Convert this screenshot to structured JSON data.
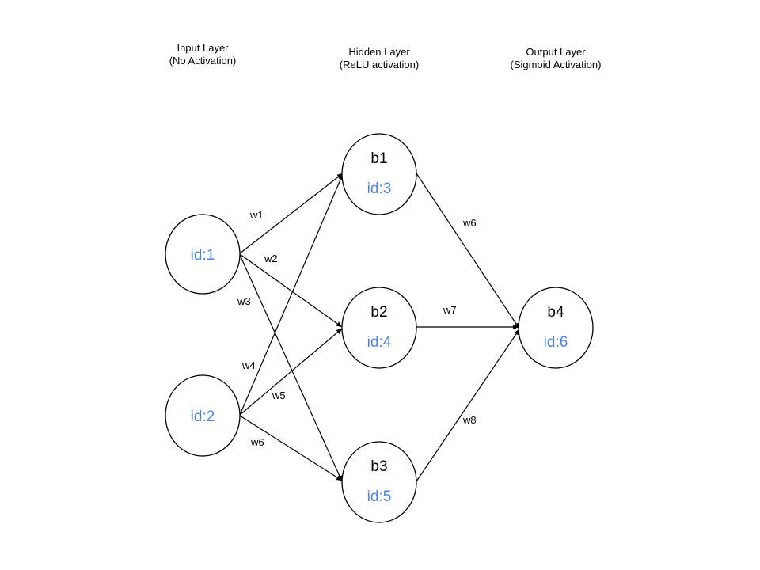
{
  "layers": [
    {
      "title": "Input Layer",
      "subtitle": "(No Activation)"
    },
    {
      "title": "Hidden Layer",
      "subtitle": "(ReLU activation)"
    },
    {
      "title": "Output Layer",
      "subtitle": "(Sigmoid Activation)"
    }
  ],
  "nodes": [
    {
      "key": "n1",
      "bias": "",
      "id_label": "id:1"
    },
    {
      "key": "n2",
      "bias": "",
      "id_label": "id:2"
    },
    {
      "key": "n3",
      "bias": "b1",
      "id_label": "id:3"
    },
    {
      "key": "n4",
      "bias": "b2",
      "id_label": "id:4"
    },
    {
      "key": "n5",
      "bias": "b3",
      "id_label": "id:5"
    },
    {
      "key": "n6",
      "bias": "b4",
      "id_label": "id:6"
    }
  ],
  "edges": [
    {
      "from": "n1",
      "to": "n3",
      "label": "w1"
    },
    {
      "from": "n1",
      "to": "n4",
      "label": "w2"
    },
    {
      "from": "n1",
      "to": "n5",
      "label": "w3"
    },
    {
      "from": "n2",
      "to": "n3",
      "label": "w4"
    },
    {
      "from": "n2",
      "to": "n4",
      "label": "w5"
    },
    {
      "from": "n2",
      "to": "n5",
      "label": "w6"
    },
    {
      "from": "n3",
      "to": "n6",
      "label": "w6"
    },
    {
      "from": "n4",
      "to": "n6",
      "label": "w7"
    },
    {
      "from": "n5",
      "to": "n6",
      "label": "w8"
    }
  ],
  "colors": {
    "id_text": "#4a86e8",
    "stroke": "#000000"
  }
}
